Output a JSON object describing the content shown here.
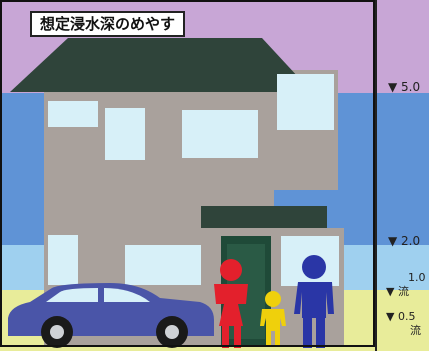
{
  "title": "想定浸水深のめやす",
  "colors": {
    "band_top": "#c8a6d6",
    "band_blue": "#5f93d6",
    "band_lightblue": "#9fd0ef",
    "band_yellow": "#e8ec9a",
    "house_wall": "#a9a19c",
    "roof": "#2f443a",
    "window": "#d7f0f8",
    "door": "#1f4a38",
    "car": "#4a55a8",
    "person_red": "#e3202c",
    "person_yellow": "#efd00c",
    "person_blue": "#2a36a6",
    "divider": "#222222"
  },
  "scale_labels": [
    {
      "text": "▼ 5.0",
      "band": "top"
    },
    {
      "text": "▼ 2.0",
      "band": "blue"
    },
    {
      "text": "1.0",
      "band": "lightblue"
    },
    {
      "text": "▼ 流",
      "band": "lightblue"
    },
    {
      "text": "▼ 0.5",
      "band": "yellow"
    },
    {
      "text": "流",
      "band": "yellow"
    }
  ],
  "icons": [
    "house-illustration",
    "car-icon",
    "person-red-icon",
    "person-yellow-icon",
    "person-blue-icon"
  ]
}
